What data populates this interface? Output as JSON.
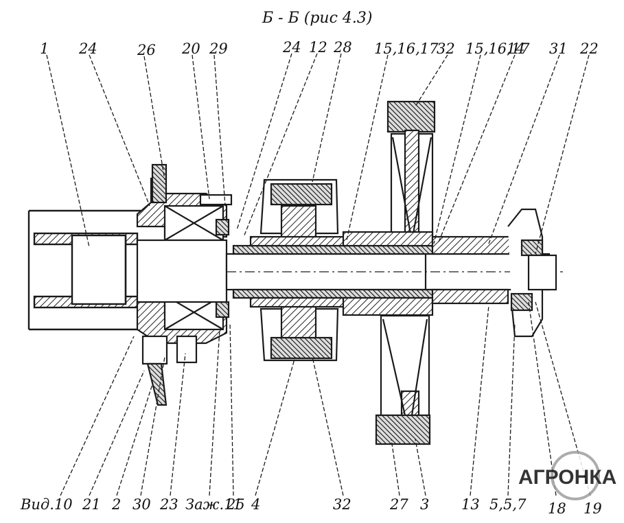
{
  "title": "Б - Б (рис 4.3)",
  "callouts_top": [
    "1",
    "24",
    "26",
    "20",
    "29",
    "24",
    "12",
    "28",
    "15,16,17",
    "32",
    "15,16,17",
    "14",
    "31",
    "22"
  ],
  "callouts_bottom": [
    "Вид.10",
    "21",
    "2",
    "30",
    "23",
    "Заж.11",
    "25",
    "4",
    "32",
    "27",
    "3",
    "13",
    "5,5,7",
    "18",
    "19"
  ],
  "watermark_text": "АГРОНКА",
  "colors": {
    "ink": "#1a1a1a",
    "paper": "#ffffff",
    "watermark": "#9e9e9e"
  }
}
